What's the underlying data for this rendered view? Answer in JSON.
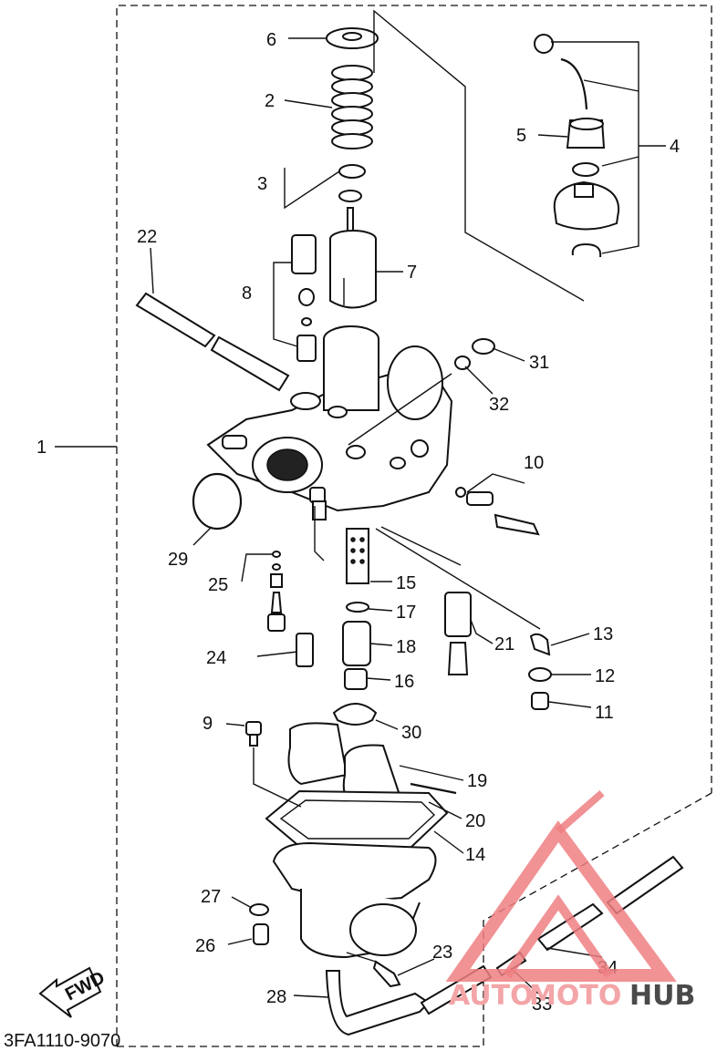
{
  "diagram": {
    "code": "3FA1110-9070",
    "fwd_label": "FWD",
    "watermark": {
      "text1": "AUTO",
      "text2": "MOTO",
      "text3": "HUB",
      "accent": "#f3a5a7",
      "dark": "#4a4a4a"
    },
    "callouts": [
      "1",
      "2",
      "3",
      "4",
      "5",
      "6",
      "7",
      "8",
      "9",
      "10",
      "11",
      "12",
      "13",
      "14",
      "15",
      "16",
      "17",
      "18",
      "19",
      "20",
      "21",
      "22",
      "23",
      "24",
      "25",
      "26",
      "27",
      "28",
      "29",
      "30",
      "31",
      "32",
      "33",
      "34"
    ]
  }
}
